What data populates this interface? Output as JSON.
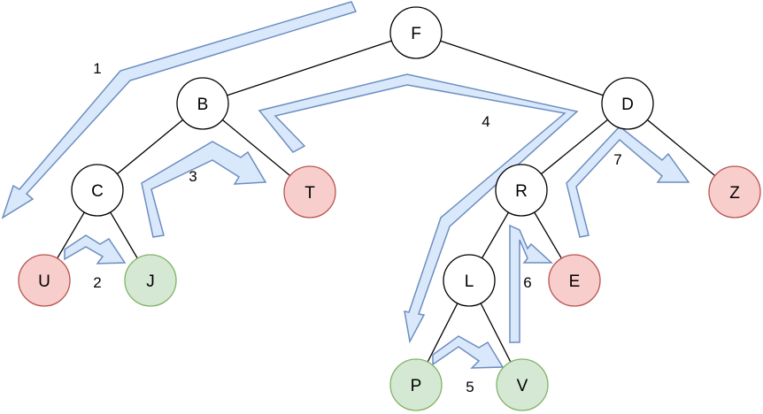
{
  "colors": {
    "default_fill": "#ffffff",
    "default_stroke": "#000000",
    "red_fill": "#f8cecc",
    "red_stroke": "#b85450",
    "green_fill": "#d5e8d4",
    "green_stroke": "#82b366",
    "arrow_fill": "#dae8fc",
    "arrow_stroke": "#6c8ebf"
  },
  "nodes": [
    {
      "id": "F",
      "label": "F",
      "style": "default"
    },
    {
      "id": "B",
      "label": "B",
      "style": "default"
    },
    {
      "id": "D",
      "label": "D",
      "style": "default"
    },
    {
      "id": "C",
      "label": "C",
      "style": "default"
    },
    {
      "id": "T",
      "label": "T",
      "style": "red"
    },
    {
      "id": "R",
      "label": "R",
      "style": "default"
    },
    {
      "id": "Z",
      "label": "Z",
      "style": "red"
    },
    {
      "id": "U",
      "label": "U",
      "style": "red"
    },
    {
      "id": "J",
      "label": "J",
      "style": "green"
    },
    {
      "id": "L",
      "label": "L",
      "style": "default"
    },
    {
      "id": "E",
      "label": "E",
      "style": "red"
    },
    {
      "id": "P",
      "label": "P",
      "style": "green"
    },
    {
      "id": "V",
      "label": "V",
      "style": "green"
    }
  ],
  "edges": [
    [
      "F",
      "B"
    ],
    [
      "F",
      "D"
    ],
    [
      "B",
      "C"
    ],
    [
      "B",
      "T"
    ],
    [
      "D",
      "R"
    ],
    [
      "D",
      "Z"
    ],
    [
      "C",
      "U"
    ],
    [
      "C",
      "J"
    ],
    [
      "R",
      "L"
    ],
    [
      "R",
      "E"
    ],
    [
      "L",
      "P"
    ],
    [
      "L",
      "V"
    ]
  ],
  "steps": [
    {
      "id": "1",
      "label": "1"
    },
    {
      "id": "2",
      "label": "2"
    },
    {
      "id": "3",
      "label": "3"
    },
    {
      "id": "4",
      "label": "4"
    },
    {
      "id": "5",
      "label": "5"
    },
    {
      "id": "6",
      "label": "6"
    },
    {
      "id": "7",
      "label": "7"
    }
  ]
}
